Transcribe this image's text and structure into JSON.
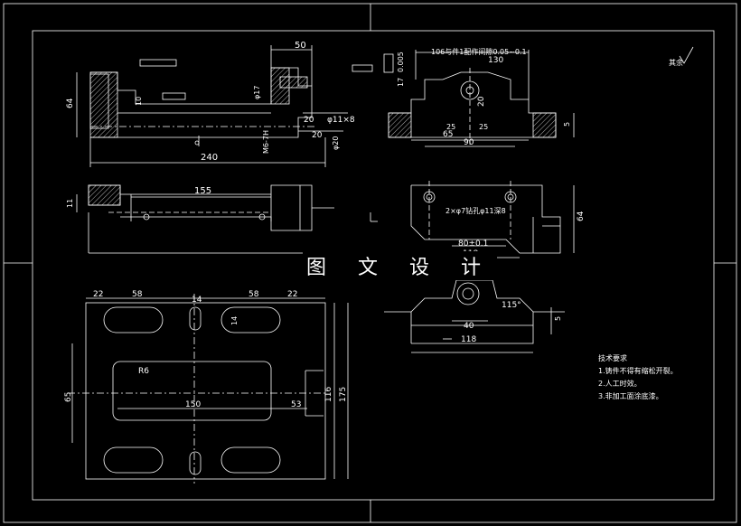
{
  "title_overlay": "图 文 设 计",
  "roughness_mark": "其余",
  "technical_requirements": {
    "heading": "技术要求",
    "items": [
      "1.铸件不得有缩松开裂。",
      "2.人工时效。",
      "3.非加工面涂底漆。"
    ]
  },
  "dims": {
    "front": [
      "240",
      "50",
      "64",
      "10",
      "φ17",
      "20",
      "20",
      "M6-7H",
      "φ11×8",
      "φ20"
    ],
    "side": [
      "106与件1配作间隙0.05~0.1",
      "0.005",
      "17",
      "20",
      "25",
      "25",
      "65",
      "90",
      "130",
      "5"
    ],
    "top_left": [
      "155",
      "11"
    ],
    "right_mid": [
      "2×φ7钻孔φ11深8",
      "80±0.1",
      "118",
      "64"
    ],
    "right_low": [
      "115°",
      "40",
      "118",
      "5"
    ],
    "plan": [
      "22",
      "58",
      "14",
      "58",
      "22",
      "14",
      "R6",
      "150",
      "53",
      "65",
      "116",
      "175"
    ]
  },
  "colors": {
    "background": "#000000",
    "lines": "#ffffff"
  }
}
